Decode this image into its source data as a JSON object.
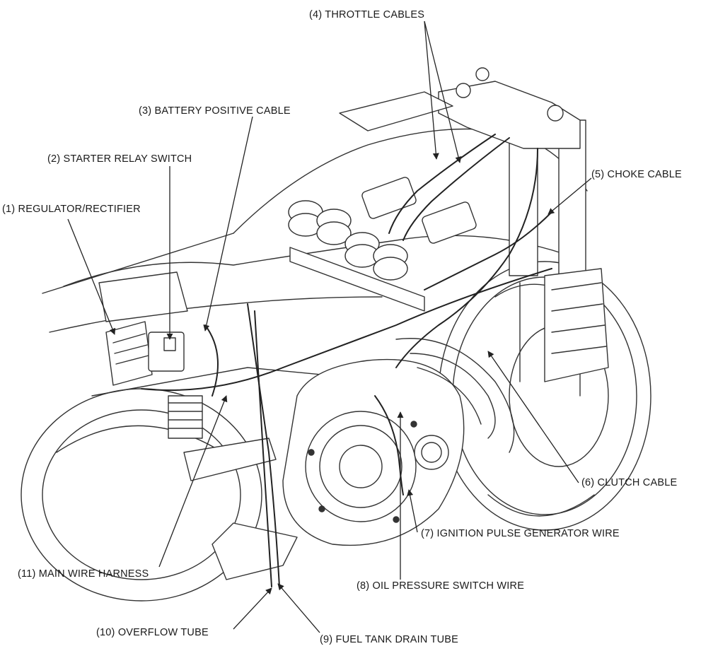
{
  "labels": {
    "regulator_rectifier": "(1) REGULATOR/RECTIFIER",
    "starter_relay_switch": "(2) STARTER RELAY SWITCH",
    "battery_positive_cable": "(3) BATTERY POSITIVE CABLE",
    "throttle_cables": "(4) THROTTLE CABLES",
    "choke_cable": "(5) CHOKE CABLE",
    "clutch_cable": "(6) CLUTCH CABLE",
    "ignition_pulse_generator_wire": "(7) IGNITION PULSE GENERATOR WIRE",
    "oil_pressure_switch_wire": "(8) OIL PRESSURE SWITCH WIRE",
    "fuel_tank_drain_tube": "(9) FUEL TANK DRAIN TUBE",
    "overflow_tube": "(10) OVERFLOW TUBE",
    "main_wire_harness": "(11) MAIN WIRE HARNESS"
  },
  "colors": {
    "ink": "#1a1a1a",
    "line": "#333333",
    "shade": "#e6e6e6",
    "background": "#ffffff"
  }
}
